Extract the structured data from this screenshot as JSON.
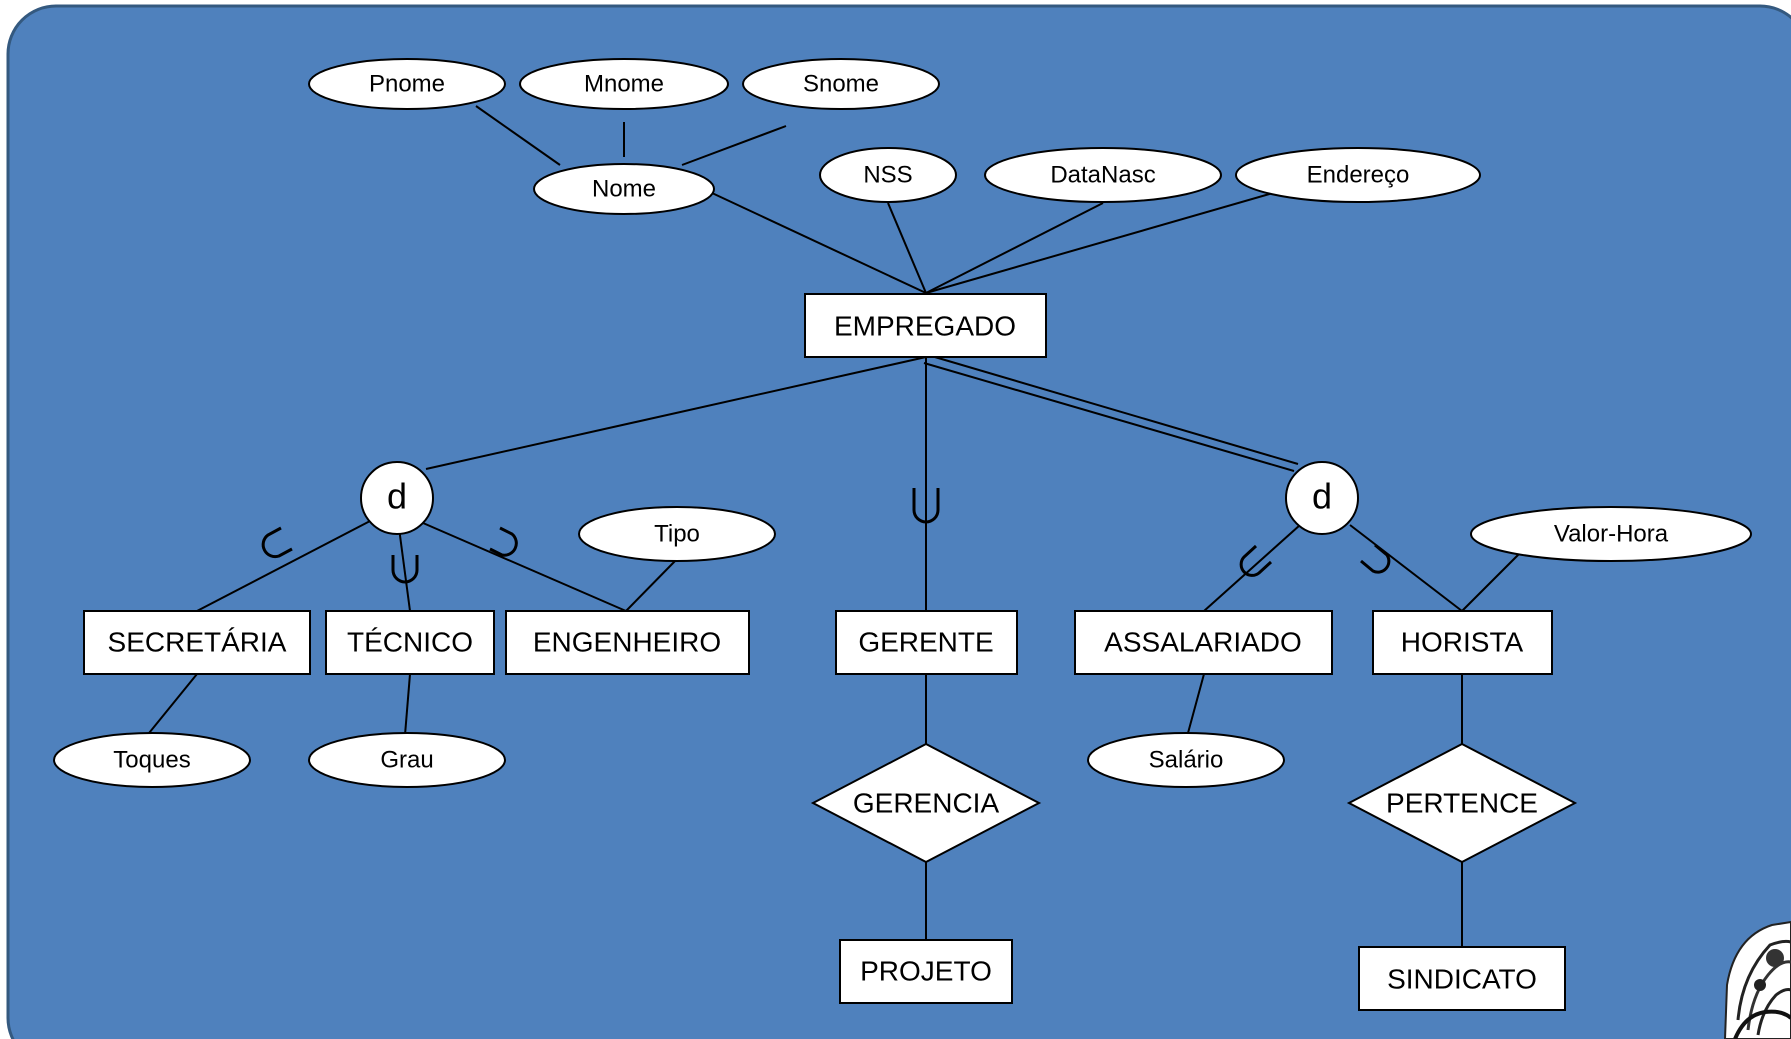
{
  "entity_root": "EMPREGADO",
  "attributes_root": {
    "nome": "Nome",
    "nome_parts": [
      "Pnome",
      "Mnome",
      "Snome"
    ],
    "nss": "NSS",
    "datanasc": "DataNasc",
    "endereco": "Endereço"
  },
  "specializations": {
    "left_disjoint": "d",
    "right_disjoint": "d"
  },
  "entities": {
    "secretaria": "SECRETÁRIA",
    "tecnico": "TÉCNICO",
    "engenheiro": "ENGENHEIRO",
    "gerente": "GERENTE",
    "assalariado": "ASSALARIADO",
    "horista": "HORISTA",
    "projeto": "PROJETO",
    "sindicato": "SINDICATO"
  },
  "attributes": {
    "tipo": "Tipo",
    "toques": "Toques",
    "grau": "Grau",
    "salario": "Salário",
    "valor_hora": "Valor-Hora"
  },
  "relationships": {
    "gerencia": "GERENCIA",
    "pertence": "PERTENCE"
  }
}
